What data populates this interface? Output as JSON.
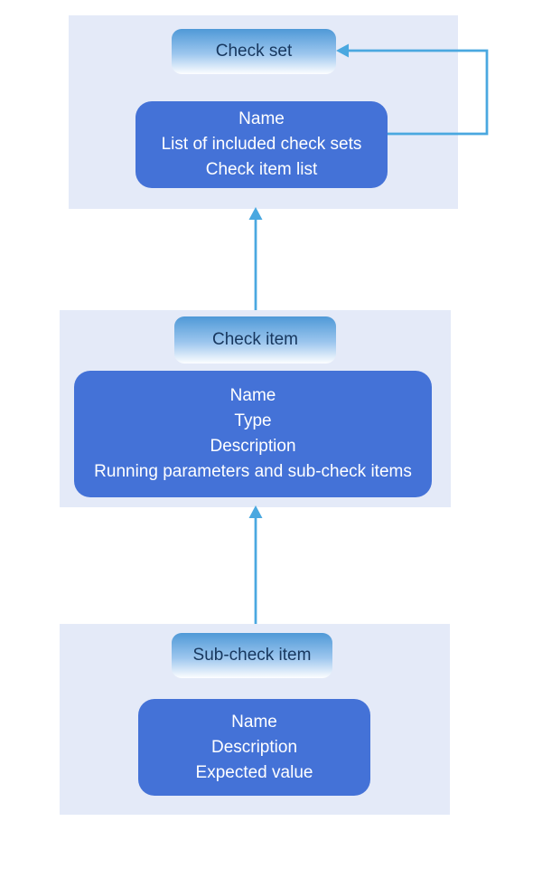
{
  "colors": {
    "section_bg": "#e4eaf8",
    "box_bg": "#4472d7",
    "box_text": "#ffffff",
    "pill_top": "#4f99d7",
    "pill_mid": "#9cc6ee",
    "pill_bottom": "#fdfeff",
    "pill_text": "#17375e",
    "arrow": "#4aa8e0"
  },
  "diagram": {
    "entities": [
      {
        "id": "check-set",
        "title": "Check set",
        "attributes": [
          "Name",
          "List of included check sets",
          "Check item list"
        ]
      },
      {
        "id": "check-item",
        "title": "Check item",
        "attributes": [
          "Name",
          "Type",
          "Description",
          "Running parameters and sub-check items"
        ]
      },
      {
        "id": "sub-check-item",
        "title": "Sub-check item",
        "attributes": [
          "Name",
          "Description",
          "Expected value"
        ]
      }
    ],
    "relations": [
      {
        "from": "check-set-attributes",
        "to": "check-set"
      },
      {
        "from": "check-item",
        "to": "check-set"
      },
      {
        "from": "sub-check-item",
        "to": "check-item"
      }
    ]
  }
}
